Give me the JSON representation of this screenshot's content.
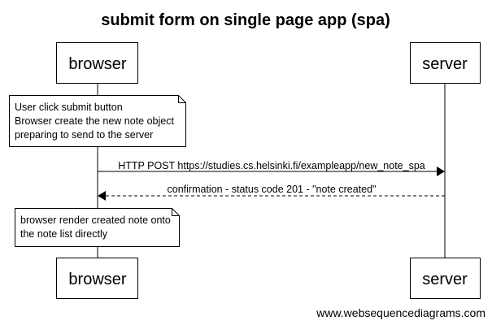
{
  "diagram": {
    "title": "submit form on single page app (spa)",
    "participants": [
      {
        "id": "browser",
        "label": "browser"
      },
      {
        "id": "server",
        "label": "server"
      }
    ],
    "notes": [
      {
        "over": "browser",
        "lines": [
          "User click submit button",
          "Browser create the new note object",
          "preparing to send to the server"
        ]
      },
      {
        "over": "browser",
        "lines": [
          "browser render created note onto",
          "the note list directly"
        ]
      }
    ],
    "messages": [
      {
        "from": "browser",
        "to": "server",
        "style": "solid",
        "label": "HTTP POST https://studies.cs.helsinki.fi/exampleapp/new_note_spa"
      },
      {
        "from": "server",
        "to": "browser",
        "style": "dashed",
        "label": "confirmation - status code 201 - \"note created\""
      }
    ],
    "footer": "www.websequencediagrams.com"
  }
}
